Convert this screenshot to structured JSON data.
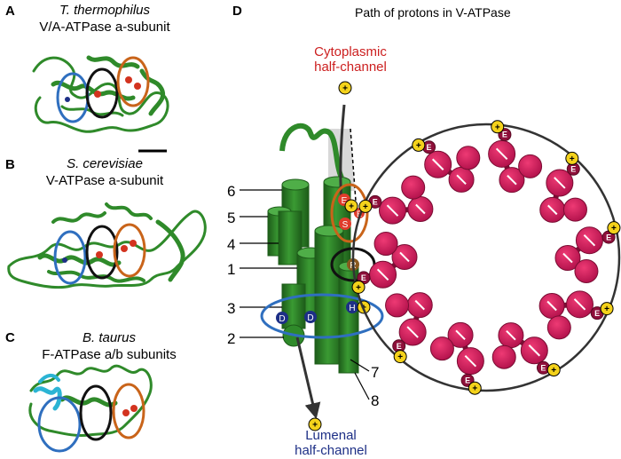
{
  "panels": {
    "a": {
      "letter": "A",
      "species": "T. thermophilus",
      "subunit": "V/A-ATPase a-subunit"
    },
    "b": {
      "letter": "B",
      "species": "S. cerevisiae",
      "subunit": "V-ATPase a-subunit"
    },
    "c": {
      "letter": "C",
      "species": "B. taurus",
      "subunit": "F-ATPase a/b subunits"
    },
    "d": {
      "letter": "D",
      "title": "Path of protons in V-ATPase",
      "cytoplasmic_label": [
        "Cytoplasmic",
        "half-channel"
      ],
      "lumenal_label": [
        "Lumenal",
        "half-channel"
      ],
      "helix_numbers": [
        "6",
        "5",
        "4",
        "1",
        "3",
        "2",
        "7",
        "8"
      ],
      "residue_letters": {
        "glu": "E",
        "ser": "S",
        "arg": "R",
        "his": "H",
        "asp": "D",
        "ring_glu": "E"
      },
      "proton_symbol": "+"
    }
  },
  "colors": {
    "ring": "#d4145a",
    "ring_dark": "#7a0d33",
    "helix": "#2f8a2a",
    "helix_dark": "#1d5c19",
    "proton": "#f4d21b",
    "blue_circle": "#2f6fbf",
    "orange_circle": "#c9641a",
    "black_circle": "#111111",
    "red_text": "#cc1f1f",
    "blue_text": "#1d2f86"
  }
}
